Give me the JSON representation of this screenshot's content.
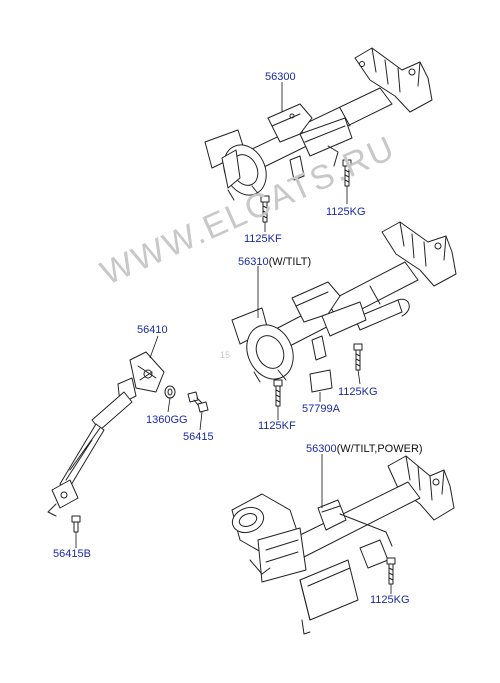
{
  "watermark": {
    "text": "WWW.ELCATS.RU",
    "small": "15"
  },
  "labels": {
    "p56300": "56300",
    "p1125kg_top": "1125KG",
    "p1125kf_top": "1125KF",
    "p56310": "56310",
    "p56310_suffix": "(W/TILT)",
    "p56410": "56410",
    "p1360gg": "1360GG",
    "p56415": "56415",
    "p57799a": "57799A",
    "p1125kg_mid": "1125KG",
    "p1125kf_mid": "1125KF",
    "p56300_power": "56300",
    "p56300_power_suffix": "(W/TILT,POWER)",
    "p56415b": "56415B",
    "p1125kg_bot": "1125KG"
  }
}
